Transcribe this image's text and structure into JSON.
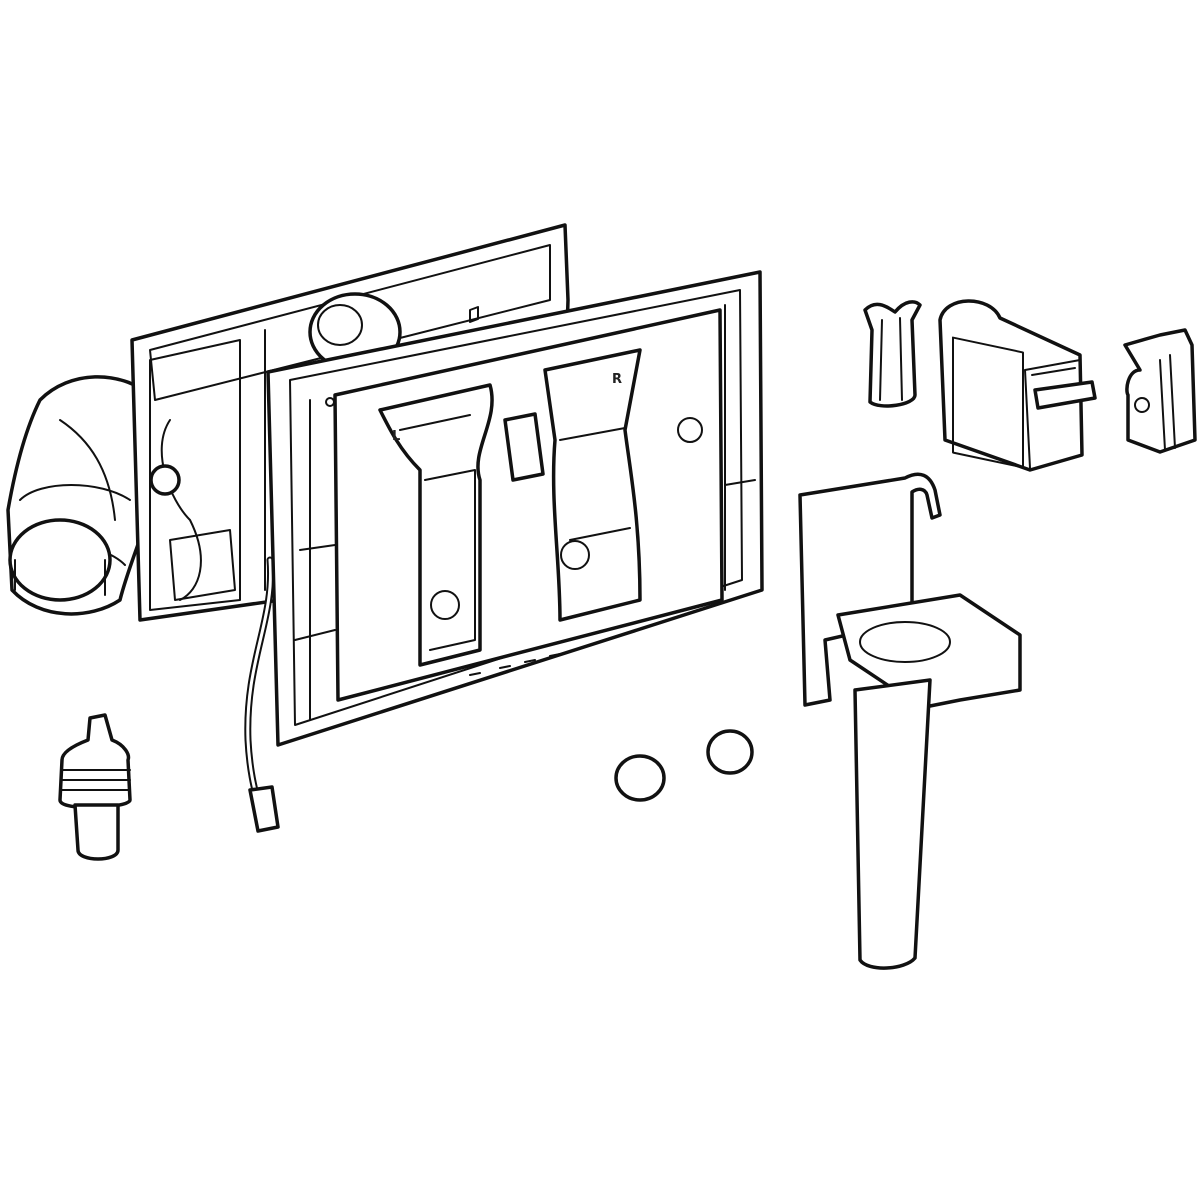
{
  "drawing": {
    "colors": {
      "line": "#111111",
      "background": "#ffffff"
    },
    "labels": {
      "left_button": "L",
      "right_button": "R"
    },
    "parts": [
      "back-frame",
      "front-frame",
      "elbow-connector",
      "cable",
      "plug-adapter",
      "cap-1",
      "cap-2",
      "holder",
      "bag",
      "filter-cartridge",
      "clip-cover"
    ]
  }
}
